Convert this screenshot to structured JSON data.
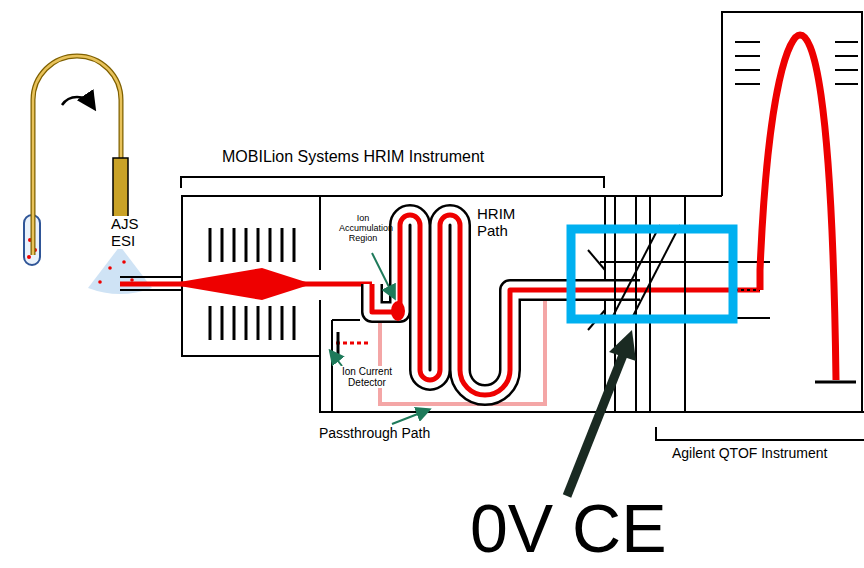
{
  "diagram": {
    "labels": [
      "AJS ESI",
      "MOBILion Systems HRIM Instrument",
      "Ion Accumulation Region",
      "HRIM Path",
      "Ion Current Detector",
      "Passthrough Path",
      "Agilent QTOF Instrument",
      "0V CE"
    ]
  }
}
